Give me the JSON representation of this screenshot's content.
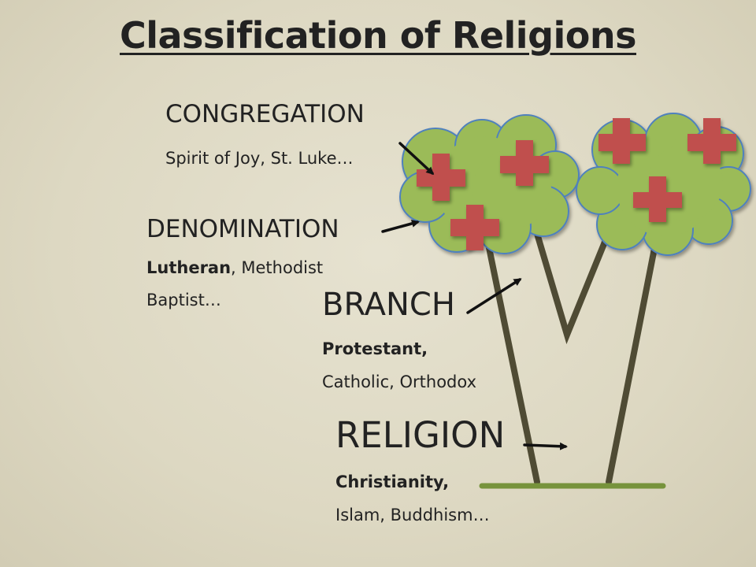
{
  "title": "Classification of Religions",
  "levels": {
    "congregation": {
      "heading": "CONGREGATION",
      "examples": "Spirit of Joy, St. Luke…"
    },
    "denomination": {
      "heading": "DENOMINATION",
      "bold_example": "Lutheran",
      "examples_rest": ", Methodist",
      "examples_line2": "Baptist…"
    },
    "branch": {
      "heading": "BRANCH",
      "bold_example": "Protestant,",
      "examples_line2": "Catholic, Orthodox"
    },
    "religion": {
      "heading": "RELIGION",
      "bold_example": "Christianity,",
      "examples_line2": "Islam, Buddhism…"
    }
  },
  "colors": {
    "foliage": "#9bbb59",
    "foliage_outline": "#4f81bd",
    "cross": "#c0504d",
    "trunk": "#4f4b34",
    "ground": "#77933c"
  },
  "icons": [
    "cross-icon",
    "arrow-icon"
  ]
}
